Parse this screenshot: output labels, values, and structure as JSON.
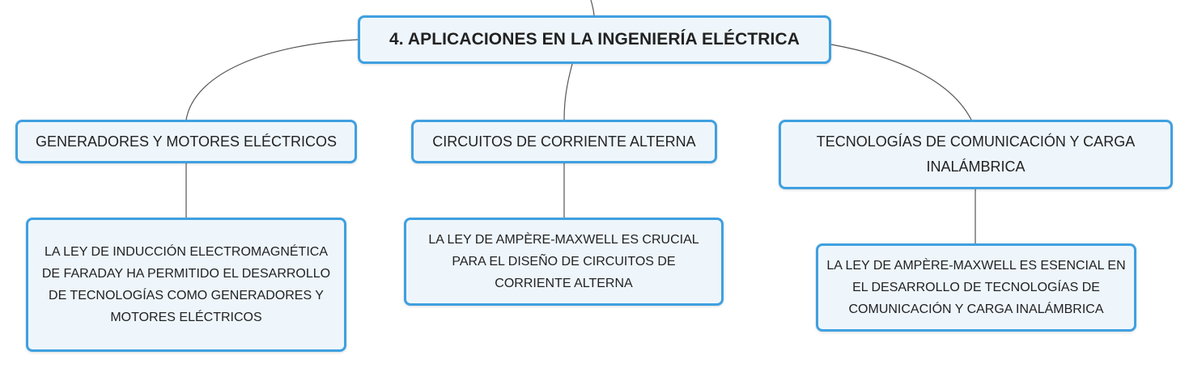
{
  "diagram": {
    "root": {
      "label": "4. APLICACIONES EN LA INGENIERÍA ELÉCTRICA"
    },
    "branches": [
      {
        "label": "GENERADORES Y MOTORES ELÉCTRICOS",
        "detail": "LA LEY DE INDUCCIÓN ELECTROMAGNÉTICA DE FARADAY HA PERMITIDO EL DESARROLLO DE TECNOLOGÍAS COMO GENERADORES Y MOTORES ELÉCTRICOS"
      },
      {
        "label": "CIRCUITOS DE CORRIENTE ALTERNA",
        "detail": "LA LEY DE AMPÈRE-MAXWELL ES CRUCIAL PARA EL DISEÑO DE CIRCUITOS DE CORRIENTE ALTERNA"
      },
      {
        "label": "TECNOLOGÍAS DE COMUNICACIÓN Y CARGA INALÁMBRICA",
        "detail": "LA LEY DE AMPÈRE-MAXWELL ES ESENCIAL EN EL DESARROLLO DE TECNOLOGÍAS DE COMUNICACIÓN Y CARGA INALÁMBRICA"
      }
    ]
  },
  "colors": {
    "node_border": "#3fa0e0",
    "node_fill": "#eef6fc",
    "connector": "#555555",
    "text": "#222222"
  }
}
